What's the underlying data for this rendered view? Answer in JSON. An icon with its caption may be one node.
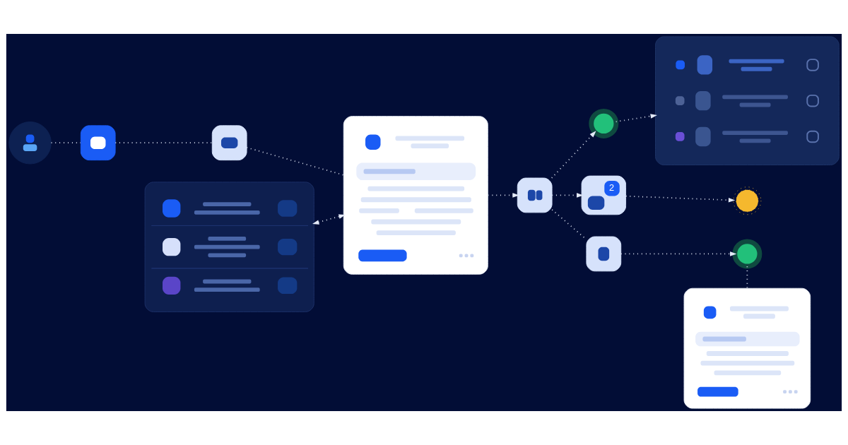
{
  "diagram": {
    "nodes": [
      {
        "text": [],
        "shape": "circle"
      },
      {
        "text": [],
        "shape": "box"
      },
      {
        "text": [],
        "shape": "box"
      },
      {
        "text": [],
        "shape": "box"
      },
      {
        "text": [],
        "shape": "box"
      },
      {
        "text": [],
        "shape": "box"
      },
      {
        "text": [],
        "shape": "circle"
      },
      {
        "text": [],
        "shape": "box"
      },
      {
        "text": [
          "2"
        ]
      },
      {
        "text": [],
        "shape": "circle"
      },
      {
        "text": [],
        "shape": "box"
      },
      {
        "text": [],
        "shape": "circle"
      },
      {
        "text": [],
        "shape": "box"
      }
    ],
    "edges": [
      {
        "from": 0,
        "to": 1,
        "arrow": "none"
      },
      {
        "from": 1,
        "to": 2,
        "arrow": "none"
      },
      {
        "from": 2,
        "to": 3,
        "arrow": "none"
      },
      {
        "from": 4,
        "to": 3,
        "arrow": "both"
      },
      {
        "from": 3,
        "to": 5,
        "arrow": "to"
      },
      {
        "from": 5,
        "to": 6,
        "arrow": "to"
      },
      {
        "from": 6,
        "to": 7,
        "arrow": "to"
      },
      {
        "from": 5,
        "to": 8,
        "arrow": "to"
      },
      {
        "from": 8,
        "to": 9,
        "arrow": "to"
      },
      {
        "from": 5,
        "to": 10,
        "arrow": "none"
      },
      {
        "from": 10,
        "to": 11,
        "arrow": "to"
      },
      {
        "from": 11,
        "to": 12,
        "arrow": "none"
      }
    ]
  }
}
